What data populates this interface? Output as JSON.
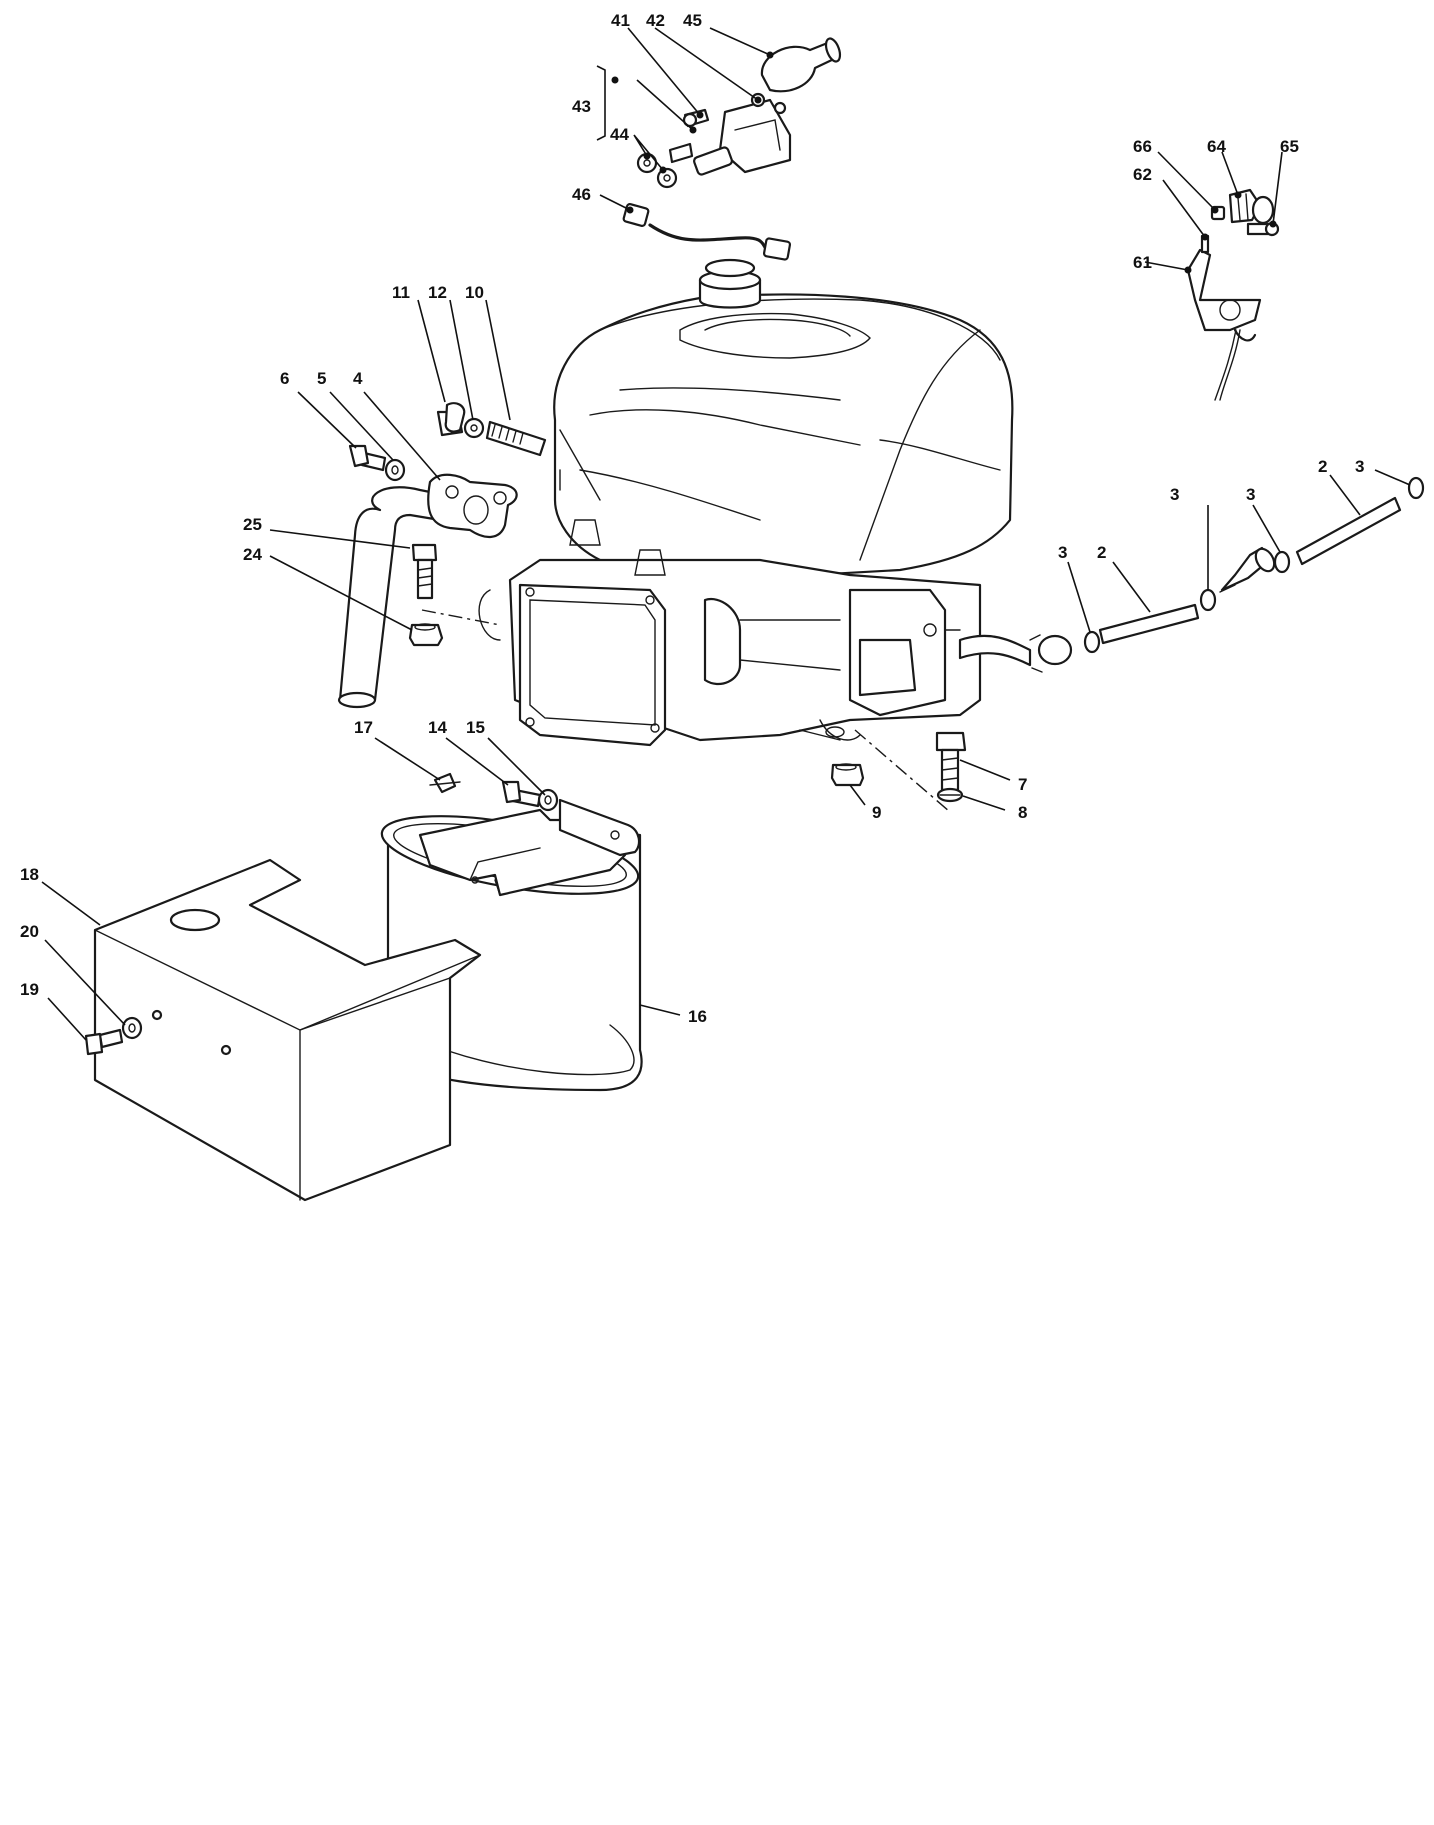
{
  "callouts": {
    "c41": "41",
    "c42": "42",
    "c45": "45",
    "c43": "43",
    "c44": "44",
    "c46": "46",
    "c66": "66",
    "c64": "64",
    "c65": "65",
    "c62": "62",
    "c61": "61",
    "c11": "11",
    "c12": "12",
    "c10": "10",
    "c6": "6",
    "c5": "5",
    "c4": "4",
    "c25": "25",
    "c24": "24",
    "c2a": "2",
    "c3a": "3",
    "c3b": "3",
    "c3c": "3",
    "c3d": "3",
    "c2b": "2",
    "c17": "17",
    "c14": "14",
    "c15": "15",
    "c7": "7",
    "c9": "9",
    "c8": "8",
    "c18": "18",
    "c20": "20",
    "c19": "19",
    "c16": "16"
  }
}
